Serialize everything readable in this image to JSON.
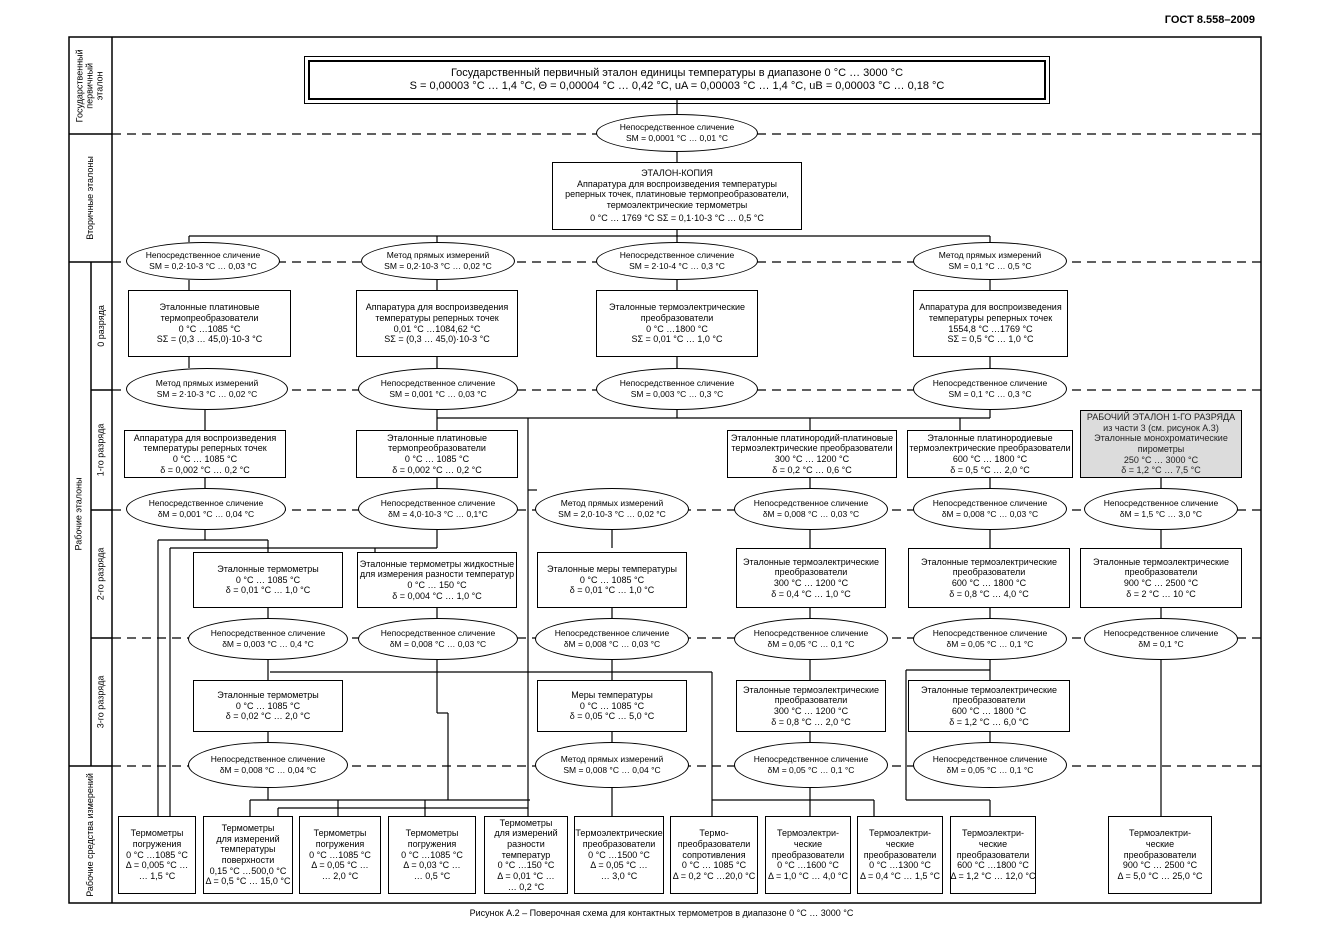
{
  "page": {
    "code": "ГОСТ 8.558–2009",
    "caption": "Рисунок А.2 – Поверочная схема для контактных термометров в диапазоне 0 °С … 3000 °С"
  },
  "bands": {
    "state": "Государственный первичный эталон",
    "secondary": "Вторичные эталоны",
    "working": "Рабочие эталоны",
    "r0": "0 разряда",
    "r1": "1-го разряда",
    "r2": "2-го разряда",
    "r3": "3-го разряда",
    "wsi": "Рабочие средства измерений"
  },
  "primary": {
    "l1": "Государственный первичный эталон единицы температуры в диапазоне 0 °С … 3000 °С",
    "l2": "S = 0,00003 °С … 1,4 °С,     Θ = 0,00004 °С … 0,42 °С,     uA = 0,00003 °С … 1,4 °С,     uB = 0,00003 °С … 0,18 °С"
  },
  "copy": {
    "l1": "ЭТАЛОН-КОПИЯ",
    "l2": "Аппаратура для воспроизведения температуры",
    "l3": "реперных точек, платиновые термопреобразователи,",
    "l4": "термоэлектрические термометры",
    "l5": "0 °С … 1769 °С   SΣ = 0,1·10-3 °С … 0,5 °С"
  },
  "ellipses": {
    "e0": {
      "l1": "Непосредственное сличение",
      "l2": "SM = 0,0001 °С … 0,01 °С"
    },
    "e1a": {
      "l1": "Непосредственное сличение",
      "l2": "SM = 0,2·10-3 °С … 0,03 °С"
    },
    "e1b": {
      "l1": "Метод прямых измерений",
      "l2": "SM = 0,2·10-3 °С … 0,02 °С"
    },
    "e1c": {
      "l1": "Непосредственное сличение",
      "l2": "SM = 2·10-4 °С … 0,3 °С"
    },
    "e1d": {
      "l1": "Метод прямых измерений",
      "l2": "SM = 0,1 °С … 0,5 °С"
    },
    "e2a": {
      "l1": "Метод прямых измерений",
      "l2": "SM = 2·10-3 °С … 0,02 °С"
    },
    "e2b": {
      "l1": "Непосредственное сличение",
      "l2": "SM = 0,001 °С … 0,03 °С"
    },
    "e2c": {
      "l1": "Непосредственное сличение",
      "l2": "SM = 0,003 °С … 0,3 °С"
    },
    "e2d": {
      "l1": "Непосредственное сличение",
      "l2": "SM = 0,1 °С … 0,3 °С"
    },
    "e3a": {
      "l1": "Непосредственное сличение",
      "l2": "δM = 0,001 °С … 0,04 °С"
    },
    "e3b": {
      "l1": "Непосредственное сличение",
      "l2": "δM = 4,0·10-3 °С … 0,1°С"
    },
    "e3c": {
      "l1": "Метод прямых измерений",
      "l2": "SM = 2,0·10-3 °С … 0,02 °С"
    },
    "e3d": {
      "l1": "Непосредственное сличение",
      "l2": "δM = 0,008 °С … 0,03 °С"
    },
    "e3e": {
      "l1": "Непосредственное сличение",
      "l2": "δM = 0,008 °С … 0,03 °С"
    },
    "e3f": {
      "l1": "Непосредственное сличение",
      "l2": "δM = 1,5 °С … 3,0 °С"
    },
    "e4a": {
      "l1": "Непосредственное сличение",
      "l2": "δM = 0,003 °С … 0,4 °С"
    },
    "e4b": {
      "l1": "Непосредственное сличение",
      "l2": "δM = 0,008 °С … 0,03 °С"
    },
    "e4c": {
      "l1": "Непосредственное сличение",
      "l2": "δM = 0,008 °С … 0,03 °С"
    },
    "e4d": {
      "l1": "Непосредственное сличение",
      "l2": "δM = 0,05 °С … 0,1 °С"
    },
    "e4e": {
      "l1": "Непосредственное сличение",
      "l2": "δM = 0,05 °С … 0,1 °С"
    },
    "e4f": {
      "l1": "Непосредственное сличение",
      "l2": "δM = 0,1 °С"
    },
    "e5a": {
      "l1": "Непосредственное сличение",
      "l2": "δM = 0,008 °С … 0,04 °С"
    },
    "e5b": {
      "l1": "Метод прямых измерений",
      "l2": "SM = 0,008 °С … 0,04 °С"
    },
    "e5c": {
      "l1": "Непосредственное сличение",
      "l2": "δM = 0,05 °С … 0,1 °С"
    },
    "e5d": {
      "l1": "Непосредственное сличение",
      "l2": "δM = 0,05 °С … 0,1 °С"
    }
  },
  "boxes": {
    "r0a": {
      "l1": "Эталонные платиновые",
      "l2": "термопреобразователи",
      "l3": "0 °С …1085 °С",
      "l4": "SΣ = (0,3 … 45,0)·10-3 °С"
    },
    "r0b": {
      "l1": "Аппаратура для воспроизведения",
      "l2": "температуры реперных точек",
      "l3": "0,01 °С …1084,62 °С",
      "l4": "SΣ = (0,3 … 45,0)·10-3 °С"
    },
    "r0c": {
      "l1": "Эталонные термоэлектрические",
      "l2": "преобразователи",
      "l3": "0 °С …1800 °С",
      "l4": "SΣ = 0,01 °С … 1,0 °С"
    },
    "r0d": {
      "l1": "Аппаратура для воспроизведения",
      "l2": "температуры реперных точек",
      "l3": "1554,8 °С …1769 °С",
      "l4": "SΣ = 0,5 °С … 1,0 °С"
    },
    "r1a": {
      "l1": "Аппаратура для воспроизведения",
      "l2": "температуры реперных точек",
      "l3": "0 °С … 1085 °С",
      "l4": "δ = 0,002 °С … 0,2 °С"
    },
    "r1b": {
      "l1": "Эталонные платиновые",
      "l2": "термопреобразователи",
      "l3": "0 °С … 1085 °С",
      "l4": "δ = 0,002 °С … 0,2 °С"
    },
    "r1c": {
      "l1": "Эталонные платинородий-платиновые",
      "l2": "термоэлектрические преобразователи",
      "l3": "300 °С … 1200 °С",
      "l4": "δ = 0,2 °С … 0,6 °С"
    },
    "r1d": {
      "l1": "Эталонные платинородиевые",
      "l2": "термоэлектрические преобразователи",
      "l3": "600 °С … 1800 °С",
      "l4": "δ = 0,5 °С … 2,0 °С"
    },
    "r1e": {
      "l1": "РАБОЧИЙ ЭТАЛОН 1-ГО РАЗРЯДА",
      "l2": "из части 3 (см. рисунок А.3)",
      "l3": "Эталонные монохроматические",
      "l4": "пирометры",
      "l5": "250 °С … 3000 °С",
      "l6": "δ = 1,2 °С … 7,5 °С"
    },
    "r2a": {
      "l1": "Эталонные термометры",
      "l2": "0 °С … 1085 °С",
      "l3": "δ = 0,01 °С … 1,0 °С"
    },
    "r2b": {
      "l1": "Эталонные термометры жидкостные",
      "l2": "для измерения разности температур",
      "l3": "0 °С … 150 °С",
      "l4": "δ = 0,004 °С … 1,0 °С"
    },
    "r2c": {
      "l1": "Эталонные меры температуры",
      "l2": "0 °С … 1085 °С",
      "l3": "δ = 0,01 °С … 1,0 °С"
    },
    "r2d": {
      "l1": "Эталонные термоэлектрические",
      "l2": "преобразователи",
      "l3": "300 °С … 1200 °С",
      "l4": "δ = 0,4 °С … 1,0 °С"
    },
    "r2e": {
      "l1": "Эталонные термоэлектрические",
      "l2": "преобразователи",
      "l3": "600 °С … 1800 °С",
      "l4": "δ = 0,8 °С … 4,0 °С"
    },
    "r2f": {
      "l1": "Эталонные термоэлектрические",
      "l2": "преобразователи",
      "l3": "900 °С … 2500 °С",
      "l4": "δ = 2 °С … 10 °С"
    },
    "r3a": {
      "l1": "Эталонные термометры",
      "l2": "0 °С … 1085 °С",
      "l3": "δ = 0,02 °С … 2,0 °С"
    },
    "r3b": {
      "l1": "Меры температуры",
      "l2": "0 °С … 1085 °С",
      "l3": "δ = 0,05 °С … 5,0 °С"
    },
    "r3c": {
      "l1": "Эталонные термоэлектрические",
      "l2": "преобразователи",
      "l3": "300 °С … 1200 °С",
      "l4": "δ = 0,8 °С … 2,0 °С"
    },
    "r3d": {
      "l1": "Эталонные термоэлектрические",
      "l2": "преобразователи",
      "l3": "600 °С … 1800 °С",
      "l4": "δ = 1,2 °С … 6,0 °С"
    },
    "w1": {
      "l1": "Термометры",
      "l2": "погружения",
      "l3": "0 °С …1085 °С",
      "l4": "Δ = 0,005 °С …",
      "l5": "… 1,5 °С"
    },
    "w2": {
      "l1": "Термометры",
      "l2": "для измерений",
      "l3": "температуры",
      "l4": "поверхности",
      "l5": "0,15 °С …500,0 °С",
      "l6": "Δ = 0,5 °С … 15,0 °С"
    },
    "w3": {
      "l1": "Термометры",
      "l2": "погружения",
      "l3": "0 °С …1085 °С",
      "l4": "Δ = 0,05 °С …",
      "l5": "… 2,0 °С"
    },
    "w4": {
      "l1": "Термометры",
      "l2": "погружения",
      "l3": "0 °С …1085 °С",
      "l4": "Δ = 0,03 °С …",
      "l5": "… 0,5 °С"
    },
    "w5": {
      "l1": "Термометры",
      "l2": "для измерений",
      "l3": "разности",
      "l4": "температур",
      "l5": "0 °С …150 °С",
      "l6": "Δ = 0,01 °С …",
      "l7": "… 0,2 °С"
    },
    "w6": {
      "l1": "Термоэлектрические",
      "l2": "преобразователи",
      "l3": "0 °С …1500 °С",
      "l4": "Δ = 0,05 °С …",
      "l5": "… 3,0 °С"
    },
    "w7": {
      "l1": "Термо-",
      "l2": "преобразователи",
      "l3": "сопротивления",
      "l4": "0 °С … 1085 °С",
      "l5": "Δ = 0,2 °С …20,0 °С"
    },
    "w8": {
      "l1": "Термоэлектри-",
      "l2": "ческие",
      "l3": "преобразователи",
      "l4": "0 °С …1600 °С",
      "l5": "Δ = 1,0 °С … 4,0 °С"
    },
    "w9": {
      "l1": "Термоэлектри-",
      "l2": "ческие",
      "l3": "преобразователи",
      "l4": "0 °С …1300 °С",
      "l5": "Δ = 0,4 °С … 1,5 °С"
    },
    "w10": {
      "l1": "Термоэлектри-",
      "l2": "ческие",
      "l3": "преобразователи",
      "l4": "600 °С …1800 °С",
      "l5": "Δ = 1,2 °С … 12,0 °С"
    },
    "w11": {
      "l1": "Термоэлектри-",
      "l2": "ческие",
      "l3": "преобразователи",
      "l4": "900 °С … 2500 °С",
      "l5": "Δ = 5,0 °С … 25,0 °С"
    }
  }
}
